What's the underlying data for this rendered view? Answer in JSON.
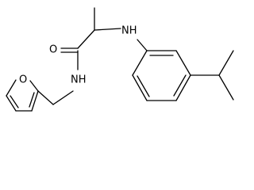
{
  "structure": {
    "atoms": {
      "oxygen_carbonyl": "O",
      "amide_nh": "NH",
      "amine_nh": "NH",
      "furan_oxygen": "O"
    }
  }
}
